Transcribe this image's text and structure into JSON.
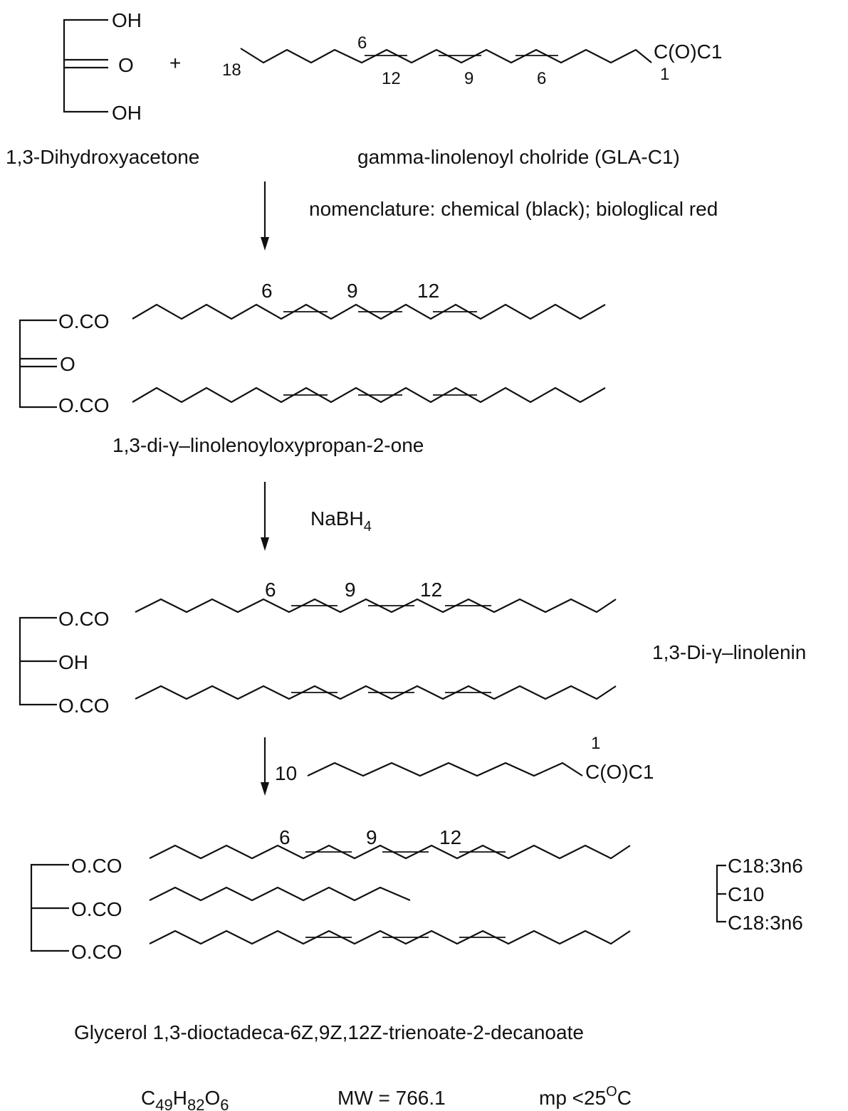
{
  "reactants": {
    "dihydroxyacetone": {
      "top_group": "OH",
      "middle_group": "O",
      "bottom_group": "OH",
      "name": "1,3-Dihydroxyacetone"
    },
    "plus": "+",
    "gla_chloride": {
      "name": "gamma-linolenoyl cholride (GLA-C1)",
      "end_group": "C(O)C1",
      "omega_label": "18",
      "carbon1_label": "1",
      "chem_labels": [
        "12",
        "9",
        "6"
      ],
      "bio_label": "6"
    }
  },
  "nomenclature_note": "nomenclature: chemical (black); biologlical red",
  "intermediate1": {
    "name": "1,3-di-γ–linolenoyloxypropan-2-one",
    "groups": [
      "O.CO",
      "O",
      "O.CO"
    ],
    "double_bond_labels": [
      "6",
      "9",
      "12"
    ]
  },
  "reduction": {
    "reagent_main": "NaBH",
    "reagent_sub": "4"
  },
  "intermediate2": {
    "name": "1,3-Di-γ–linolenin",
    "groups": [
      "O.CO",
      "OH",
      "O.CO"
    ],
    "double_bond_labels": [
      "6",
      "9",
      "12"
    ]
  },
  "decanoyl_chloride": {
    "omega_label": "10",
    "carbon1_label": "1",
    "end_group": "C(O)C1"
  },
  "product": {
    "groups": [
      "O.CO",
      "O.CO",
      "O.CO"
    ],
    "double_bond_labels": [
      "6",
      "9",
      "12"
    ],
    "chain_codes": [
      "C18:3n6",
      "C10",
      "C18:3n6"
    ],
    "name": "Glycerol 1,3-dioctadeca-6Z,9Z,12Z-trienoate-2-decanoate",
    "formula": {
      "c": "C",
      "c_sub": "49",
      "h": "H",
      "h_sub": "82",
      "o": "O",
      "o_sub": "6"
    },
    "mw": "MW = 766.1",
    "mp": "mp <25",
    "mp_sup": "O",
    "mp_unit": "C"
  }
}
